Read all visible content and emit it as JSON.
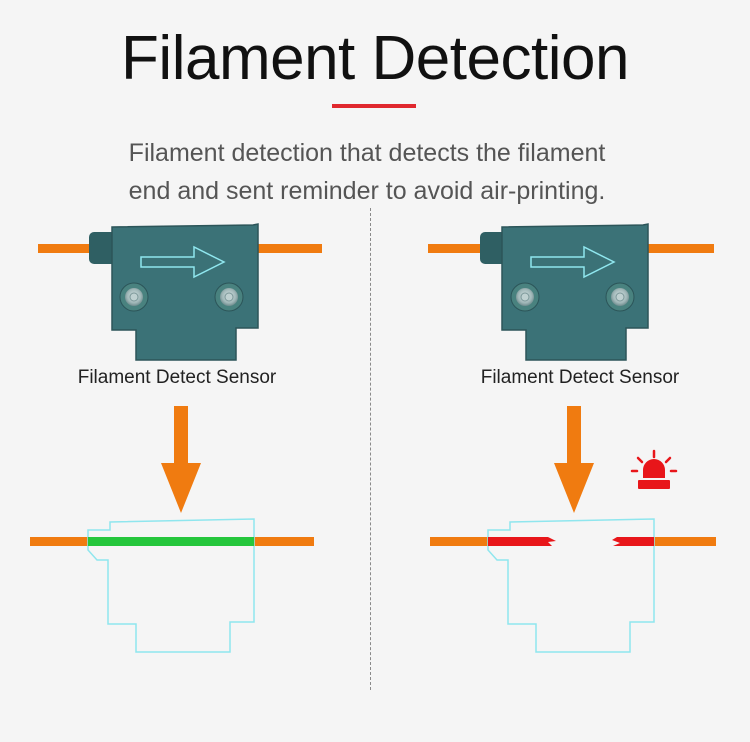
{
  "header": {
    "title": "Filament Detection",
    "subtitle_line1": "Filament detection that detects the filament",
    "subtitle_line2": "end and sent reminder to avoid air-printing."
  },
  "panels": [
    {
      "sensor_label": "Filament Detect Sensor",
      "state": "filament-present"
    },
    {
      "sensor_label": "Filament Detect Sensor",
      "state": "filament-runout"
    }
  ],
  "colors": {
    "accent_red": "#e0282e",
    "filament_orange": "#f07b10",
    "detect_green": "#25c63c",
    "alarm_red": "#e8161a",
    "sensor_teal": "#3b7277",
    "outline_cyan": "#8fe6ee"
  },
  "icons": {
    "direction": "arrow-right-icon",
    "flow": "arrow-down-icon",
    "alert": "alarm-beacon-icon",
    "fastener": "screw-icon"
  }
}
